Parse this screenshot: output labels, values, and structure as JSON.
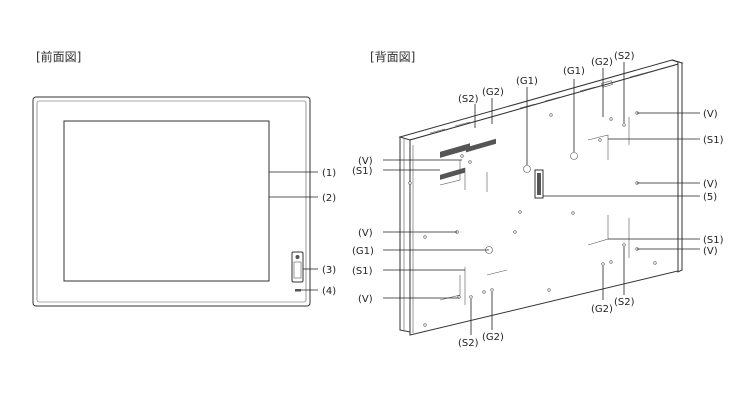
{
  "titles": {
    "front": "[前面図]",
    "back": "[背面図]"
  },
  "front_labels": {
    "l1": "(1)",
    "l2": "(2)",
    "l3": "(3)",
    "l4": "(4)"
  },
  "back_labels": {
    "v_top_right": "(V)",
    "s1_top_right": "(S1)",
    "v_mid_right": "(V)",
    "l5": "(5)",
    "s1_low_right": "(S1)",
    "v_low_right": "(V)",
    "v_left_1": "(V)",
    "s1_left_1": "(S1)",
    "v_left_2": "(V)",
    "g1_left": "(G1)",
    "s1_left_2": "(S1)",
    "v_left_3": "(V)",
    "s2_top_left": "(S2)",
    "g2_top_left": "(G2)",
    "g1_top_center": "(G1)",
    "g1_top_right": "(G1)",
    "g2_top_right": "(G2)",
    "s2_top_right": "(S2)",
    "g2_bottom_right": "(G2)",
    "s2_bottom_right": "(S2)",
    "s2_bottom_left": "(S2)",
    "g2_bottom_left": "(G2)"
  }
}
